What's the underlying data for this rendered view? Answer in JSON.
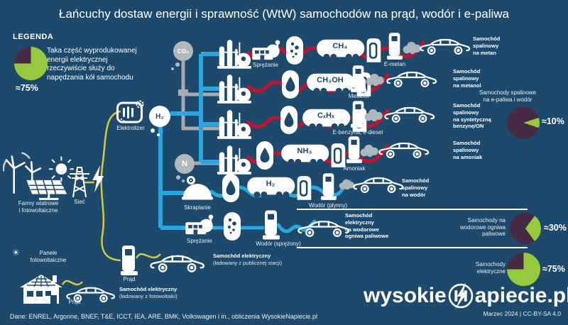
{
  "title": "Łańcuchy dostaw energii i sprawność (WtW) samochodów na prąd, wodór i e-paliwa",
  "legend": {
    "heading": "LEGENDA",
    "percent": 75,
    "value": "≈75%",
    "text": "Taka część wyprodukowanej\nenergii elektrycznej\nrzeczywiście służy do\nnapędzania kół samochodu"
  },
  "energy": {
    "farms": "Farmy wiatrowe\ni fotowoltaiczne",
    "grid": "Sieć",
    "electrolyzer": "Elektrolizer",
    "h2": "H₂",
    "co2": "CO₂",
    "n": "N"
  },
  "rows": [
    {
      "process": "Sprężanie",
      "truck": "CH₄",
      "station": "E-metan",
      "car": "Samochód\nspalinowy\nna metan"
    },
    {
      "truck": "CH₃OH",
      "station": "Metanol",
      "car": "Samochód\nspalinowy\nna metanol"
    },
    {
      "truck": "CₓHₓ",
      "station": "E-benzyna, e-diesel",
      "car": "Samochód\nspalinowy\nna syntetyczną\nbenzynę/ON"
    },
    {
      "truck": "NH₃",
      "station": "Amoniak",
      "car": "Samochód\nspalinowy\nna amoniak"
    },
    {
      "process": "Skraplanie",
      "truck": "H₂",
      "station": "Wodór (płynny)",
      "car": "Samochód\nspalinowy\nna wodór"
    },
    {
      "process": "Sprężanie",
      "station": "Wodór (sprężony)",
      "car": "Samochód\nelektryczny\nna wodorowe\nogniwa paliwowe"
    },
    {
      "station": "Prąd",
      "car": "Samochód elektryczny",
      "car_sub": "(ładowany z publicznej stacji)"
    },
    {
      "panels": "Panele\nfotowoltaiczne",
      "station": "Prąd",
      "car": "Samochód elektryczny",
      "car_sub": "(ładowany z fotowoltaiki)"
    }
  ],
  "pies": [
    {
      "label": "Samochody spalinowe\nna e-paliwa i wodór",
      "value": "≈10%",
      "percent": 10
    },
    {
      "label": "Samochody na\nwodorowe ogniwa\npaliwowe",
      "value": "≈30%",
      "percent": 30
    },
    {
      "label": "Samochody\nelektryczne",
      "value": "≈75%",
      "percent": 75
    }
  ],
  "logo": {
    "part1": "wysokie",
    "part2": "apiecie.pl",
    "date": "Marzec 2024  |  CC-BY-SA 4.0"
  },
  "footer": "Dane: ENREL, Argonne, BNEF, T&E, ICCT, IEA, ARE, BMK, Volkswagen i in., obliczenia WysokieNapiecie.pl",
  "colors": {
    "background": "#1d4a6c",
    "pipe_red": "#c4122f",
    "pipe_blue": "#2aa7e0",
    "cable_yellow": "#d9c73e",
    "pipe_gray": "#a7abaf",
    "pie_green": "#96c93d",
    "pie_dark": "#472b45",
    "text_white": "#ffffff"
  }
}
